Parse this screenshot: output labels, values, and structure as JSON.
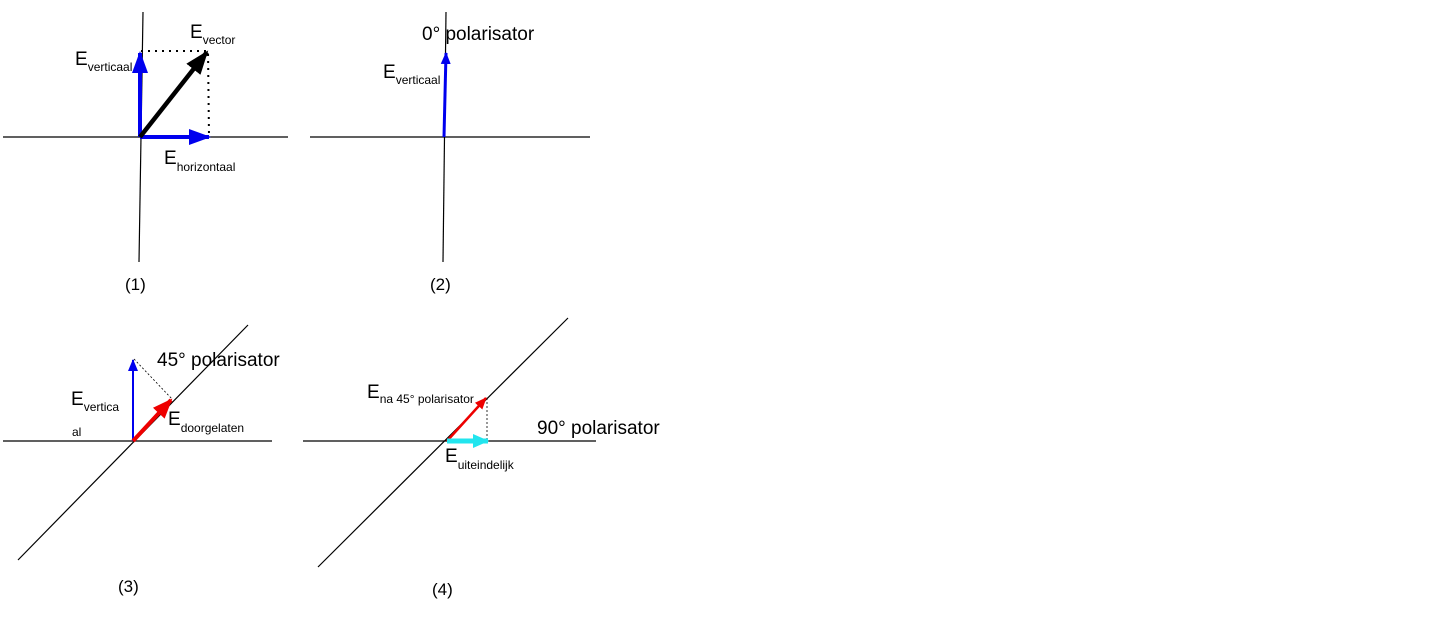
{
  "colors": {
    "blue": "#0000ee",
    "black": "#000000",
    "red": "#ee0000",
    "cyan": "#22e5ee"
  },
  "panel1": {
    "caption": "(1)",
    "e_vertical": {
      "base": "E",
      "sub": "verticaal"
    },
    "e_vector": {
      "base": "E",
      "sub": "vector"
    },
    "e_horizontal": {
      "base": "E",
      "sub": "horizontaal"
    }
  },
  "panel2": {
    "caption": "(2)",
    "polarizer": "0° polarisator",
    "e_vertical": {
      "base": "E",
      "sub": "verticaal"
    }
  },
  "panel3": {
    "caption": "(3)",
    "polarizer": "45° polarisator",
    "e_vertical": {
      "base": "E",
      "sub": "vertica",
      "sub_wrap": "al"
    },
    "e_transmitted": {
      "base": "E",
      "sub": "doorgelaten"
    }
  },
  "panel4": {
    "caption": "(4)",
    "polarizer": "90° polarisator",
    "e_after45": {
      "base": "E",
      "sub": "na 45° polarisator"
    },
    "e_final": {
      "base": "E",
      "sub": "uiteindelijk"
    }
  }
}
